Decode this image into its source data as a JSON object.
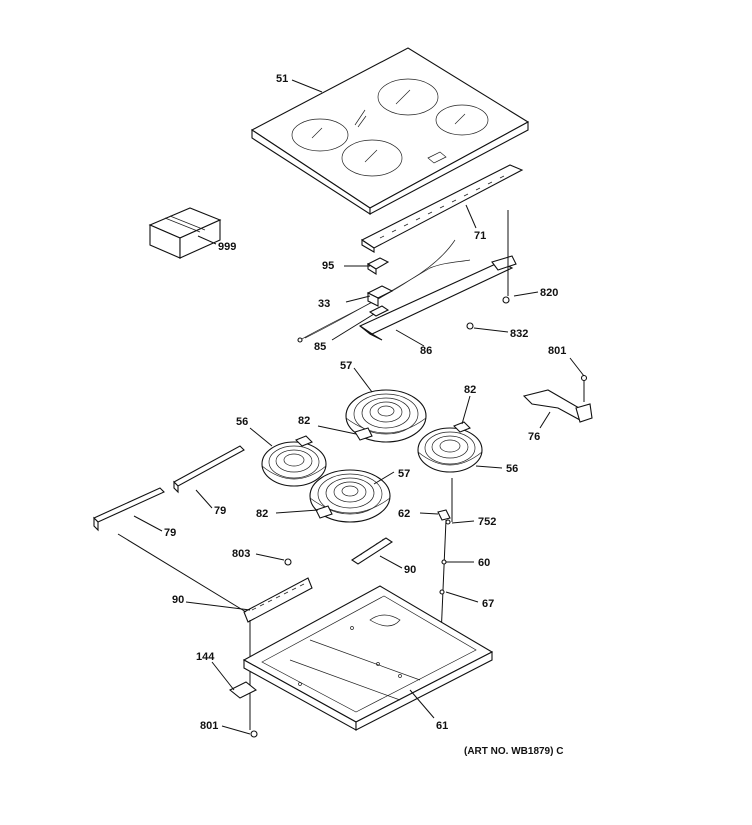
{
  "callouts": {
    "c51": "51",
    "c999": "999",
    "c71": "71",
    "c95": "95",
    "c820": "820",
    "c33": "33",
    "c832": "832",
    "c85": "85",
    "c86": "86",
    "c801a": "801",
    "c57a": "57",
    "c82a": "82",
    "c56a": "56",
    "c82b": "82",
    "c76": "76",
    "c56b": "56",
    "c57b": "57",
    "c79a": "79",
    "c82c": "82",
    "c62": "62",
    "c752": "752",
    "c79b": "79",
    "c803": "803",
    "c60": "60",
    "c90a": "90",
    "c90b": "90",
    "c67": "67",
    "c144": "144",
    "c61": "61",
    "c801b": "801"
  },
  "art_number": "(ART NO. WB1879) C"
}
